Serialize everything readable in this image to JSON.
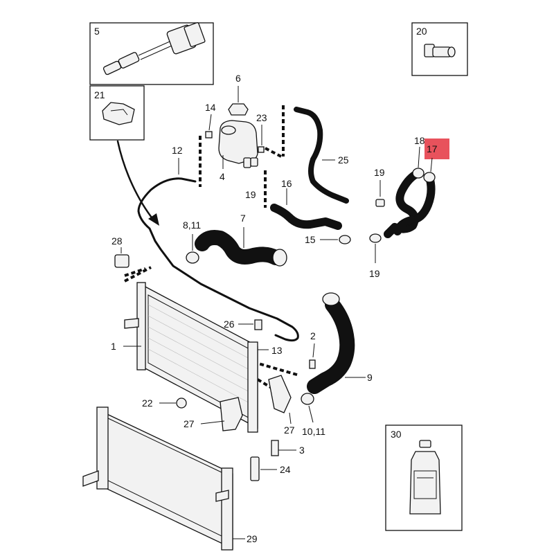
{
  "callouts": {
    "c1": "1",
    "c2": "2",
    "c3": "3",
    "c4": "4",
    "c5": "5",
    "c6": "6",
    "c7": "7",
    "c8_11": "8,11",
    "c9": "9",
    "c10_11": "10,11",
    "c12": "12",
    "c13": "13",
    "c14": "14",
    "c15": "15",
    "c16": "16",
    "c17": "17",
    "c18": "18",
    "c19a": "19",
    "c19b": "19",
    "c19c": "19",
    "c20": "20",
    "c21": "21",
    "c22": "22",
    "c23": "23",
    "c24": "24",
    "c25": "25",
    "c26": "26",
    "c27a": "27",
    "c27b": "27",
    "c28": "28",
    "c29": "29",
    "c30": "30"
  },
  "colors": {
    "highlight": "#e8525c",
    "line": "#111111",
    "part_fill": "#f2f2f2",
    "background": "#ffffff"
  }
}
